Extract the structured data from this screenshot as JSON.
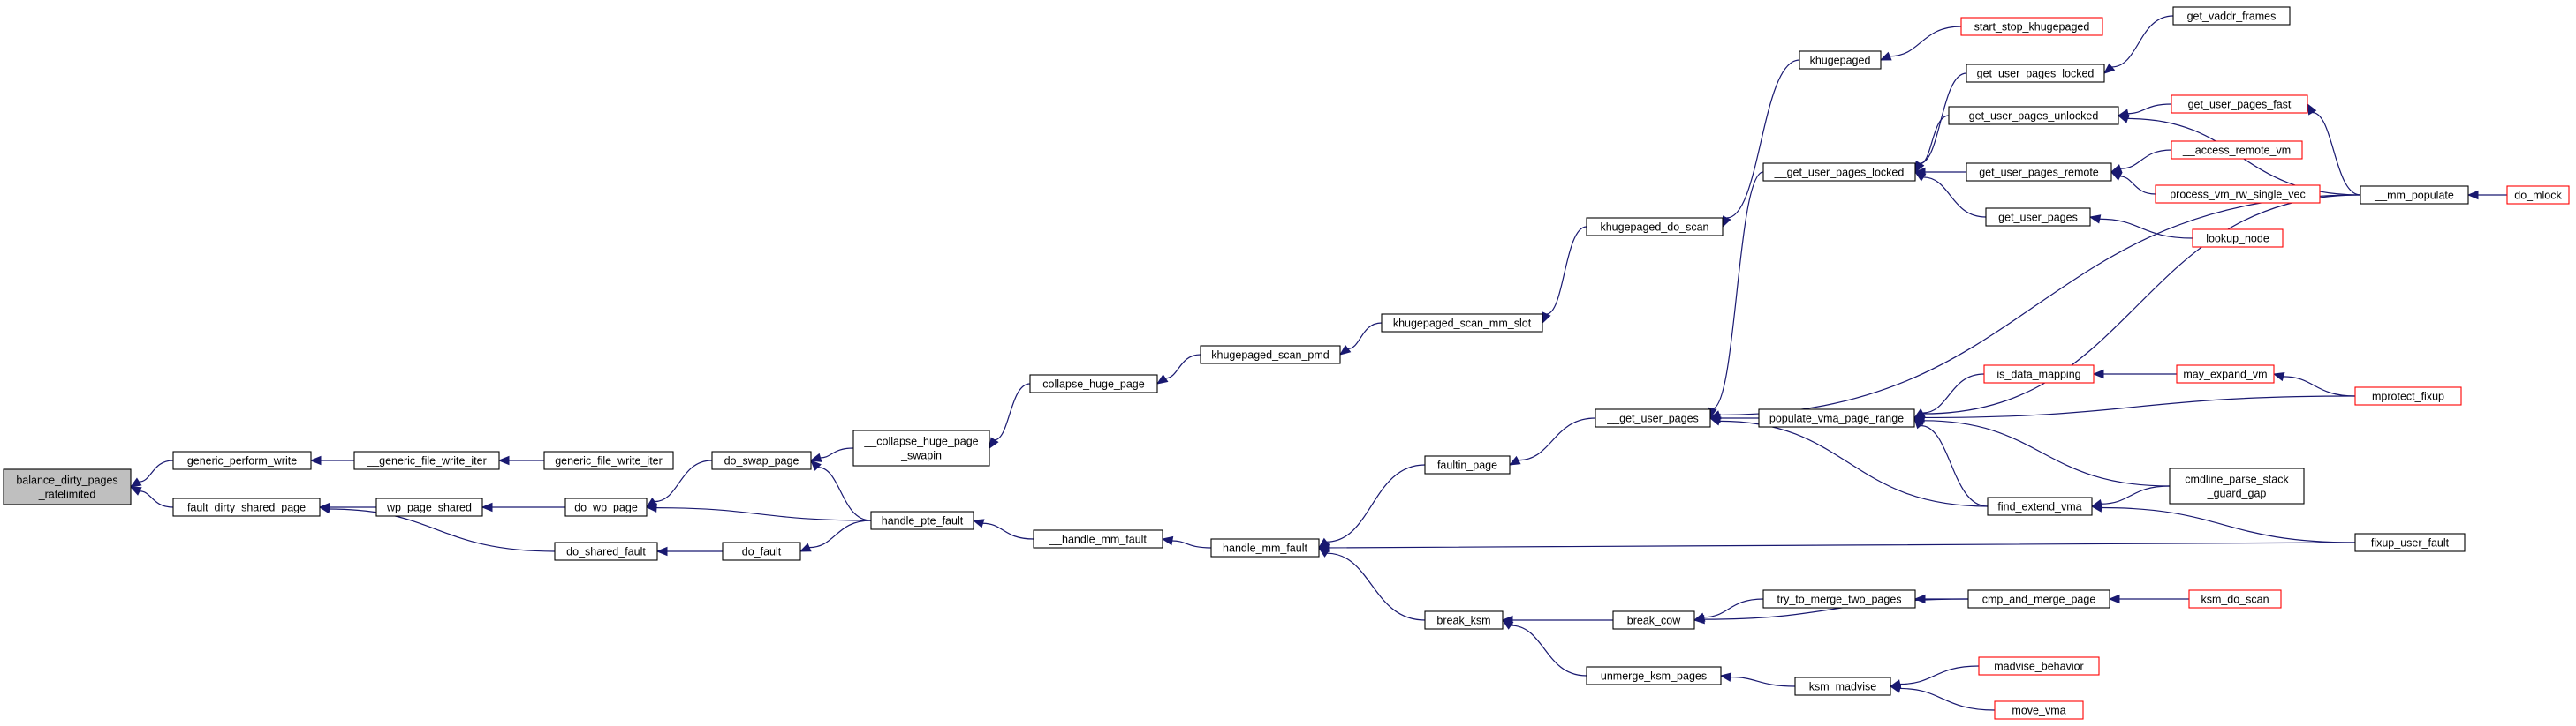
{
  "graph": {
    "nodes": [
      {
        "id": "root",
        "lines": [
          "balance_dirty_pages",
          "_ratelimited"
        ],
        "root": true
      },
      {
        "id": "gpw",
        "lines": [
          "generic_perform_write"
        ]
      },
      {
        "id": "fdsp",
        "lines": [
          "fault_dirty_shared_page"
        ]
      },
      {
        "id": "gfwi2",
        "lines": [
          "__generic_file_write_iter"
        ]
      },
      {
        "id": "gfwi",
        "lines": [
          "generic_file_write_iter"
        ]
      },
      {
        "id": "wpsh",
        "lines": [
          "wp_page_shared"
        ]
      },
      {
        "id": "dwp",
        "lines": [
          "do_wp_page"
        ]
      },
      {
        "id": "dsf",
        "lines": [
          "do_shared_fault"
        ]
      },
      {
        "id": "dfault",
        "lines": [
          "do_fault"
        ]
      },
      {
        "id": "dswp",
        "lines": [
          "do_swap_page"
        ]
      },
      {
        "id": "chps",
        "lines": [
          "__collapse_huge_page",
          "_swapin"
        ]
      },
      {
        "id": "hpf",
        "lines": [
          "handle_pte_fault"
        ]
      },
      {
        "id": "chp",
        "lines": [
          "collapse_huge_page"
        ]
      },
      {
        "id": "kspmd",
        "lines": [
          "khugepaged_scan_pmd"
        ]
      },
      {
        "id": "ksms",
        "lines": [
          "khugepaged_scan_mm_slot"
        ]
      },
      {
        "id": "kds",
        "lines": [
          "khugepaged_do_scan"
        ]
      },
      {
        "id": "kh",
        "lines": [
          "khugepaged"
        ]
      },
      {
        "id": "sskh",
        "lines": [
          "start_stop_khugepaged"
        ],
        "truncated": true
      },
      {
        "id": "hmf2",
        "lines": [
          "__handle_mm_fault"
        ]
      },
      {
        "id": "hmf",
        "lines": [
          "handle_mm_fault"
        ]
      },
      {
        "id": "fip",
        "lines": [
          "faultin_page"
        ]
      },
      {
        "id": "bksm",
        "lines": [
          "break_ksm"
        ]
      },
      {
        "id": "gup2",
        "lines": [
          "__get_user_pages"
        ]
      },
      {
        "id": "gupl2",
        "lines": [
          "__get_user_pages_locked"
        ]
      },
      {
        "id": "gupl",
        "lines": [
          "get_user_pages_locked"
        ]
      },
      {
        "id": "gupu",
        "lines": [
          "get_user_pages_unlocked"
        ]
      },
      {
        "id": "gupr",
        "lines": [
          "get_user_pages_remote"
        ]
      },
      {
        "id": "gup",
        "lines": [
          "get_user_pages"
        ]
      },
      {
        "id": "gvf",
        "lines": [
          "get_vaddr_frames"
        ]
      },
      {
        "id": "gupf",
        "lines": [
          "get_user_pages_fast"
        ],
        "truncated": true
      },
      {
        "id": "arvm",
        "lines": [
          "__access_remote_vm"
        ],
        "truncated": true
      },
      {
        "id": "pvrw",
        "lines": [
          "process_vm_rw_single_vec"
        ],
        "truncated": true
      },
      {
        "id": "lnode",
        "lines": [
          "lookup_node"
        ],
        "truncated": true
      },
      {
        "id": "mmpop",
        "lines": [
          "__mm_populate"
        ]
      },
      {
        "id": "mlock",
        "lines": [
          "do_mlock"
        ],
        "truncated": true
      },
      {
        "id": "pvpr",
        "lines": [
          "populate_vma_page_range"
        ]
      },
      {
        "id": "idm",
        "lines": [
          "is_data_mapping"
        ],
        "truncated": true
      },
      {
        "id": "mev",
        "lines": [
          "may_expand_vm"
        ],
        "truncated": true
      },
      {
        "id": "mpf",
        "lines": [
          "mprotect_fixup"
        ],
        "truncated": true
      },
      {
        "id": "fev",
        "lines": [
          "find_extend_vma"
        ]
      },
      {
        "id": "cpsg",
        "lines": [
          "cmdline_parse_stack",
          "_guard_gap"
        ]
      },
      {
        "id": "fuf",
        "lines": [
          "fixup_user_fault"
        ]
      },
      {
        "id": "bcow",
        "lines": [
          "break_cow"
        ]
      },
      {
        "id": "ttm",
        "lines": [
          "try_to_merge_two_pages"
        ]
      },
      {
        "id": "cmp",
        "lines": [
          "cmp_and_merge_page"
        ]
      },
      {
        "id": "kdscan",
        "lines": [
          "ksm_do_scan"
        ],
        "truncated": true
      },
      {
        "id": "umk",
        "lines": [
          "unmerge_ksm_pages"
        ]
      },
      {
        "id": "kmad",
        "lines": [
          "ksm_madvise"
        ]
      },
      {
        "id": "mbeh",
        "lines": [
          "madvise_behavior"
        ],
        "truncated": true
      },
      {
        "id": "mvma",
        "lines": [
          "move_vma"
        ],
        "truncated": true
      }
    ],
    "edges": [
      [
        "gpw",
        "root"
      ],
      [
        "fdsp",
        "root"
      ],
      [
        "gfwi2",
        "gpw"
      ],
      [
        "gfwi",
        "gfwi2"
      ],
      [
        "wpsh",
        "fdsp"
      ],
      [
        "dsf",
        "fdsp"
      ],
      [
        "dwp",
        "wpsh"
      ],
      [
        "dswp",
        "dwp"
      ],
      [
        "hpf",
        "dwp"
      ],
      [
        "dfault",
        "dsf"
      ],
      [
        "hpf",
        "dfault"
      ],
      [
        "chps",
        "dswp"
      ],
      [
        "hpf",
        "dswp"
      ],
      [
        "chp",
        "chps"
      ],
      [
        "kspmd",
        "chp"
      ],
      [
        "ksms",
        "kspmd"
      ],
      [
        "kds",
        "ksms"
      ],
      [
        "kh",
        "kds"
      ],
      [
        "sskh",
        "kh"
      ],
      [
        "hmf2",
        "hpf"
      ],
      [
        "hmf",
        "hmf2"
      ],
      [
        "fip",
        "hmf"
      ],
      [
        "bksm",
        "hmf"
      ],
      [
        "fuf",
        "hmf"
      ],
      [
        "gup2",
        "fip"
      ],
      [
        "gupl2",
        "gup2"
      ],
      [
        "mmpop",
        "gup2"
      ],
      [
        "pvpr",
        "gup2"
      ],
      [
        "fev",
        "gup2"
      ],
      [
        "gupl",
        "gupl2"
      ],
      [
        "gupu",
        "gupl2"
      ],
      [
        "gupr",
        "gupl2"
      ],
      [
        "gup",
        "gupl2"
      ],
      [
        "gvf",
        "gupl"
      ],
      [
        "gupf",
        "gupu"
      ],
      [
        "mmpop",
        "gupu"
      ],
      [
        "arvm",
        "gupr"
      ],
      [
        "pvrw",
        "gupr"
      ],
      [
        "lnode",
        "gup"
      ],
      [
        "mmpop",
        "gupf"
      ],
      [
        "mlock",
        "mmpop"
      ],
      [
        "mmpop",
        "pvpr"
      ],
      [
        "idm",
        "pvpr"
      ],
      [
        "mpf",
        "pvpr"
      ],
      [
        "cpsg",
        "pvpr"
      ],
      [
        "fev",
        "pvpr"
      ],
      [
        "mev",
        "idm"
      ],
      [
        "mpf",
        "mev"
      ],
      [
        "cpsg",
        "fev"
      ],
      [
        "fuf",
        "fev"
      ],
      [
        "bcow",
        "bksm"
      ],
      [
        "umk",
        "bksm"
      ],
      [
        "ttm",
        "bcow"
      ],
      [
        "cmp",
        "bcow"
      ],
      [
        "cmp",
        "ttm"
      ],
      [
        "kdscan",
        "cmp"
      ],
      [
        "kmad",
        "umk"
      ],
      [
        "mbeh",
        "kmad"
      ],
      [
        "mvma",
        "kmad"
      ]
    ]
  }
}
